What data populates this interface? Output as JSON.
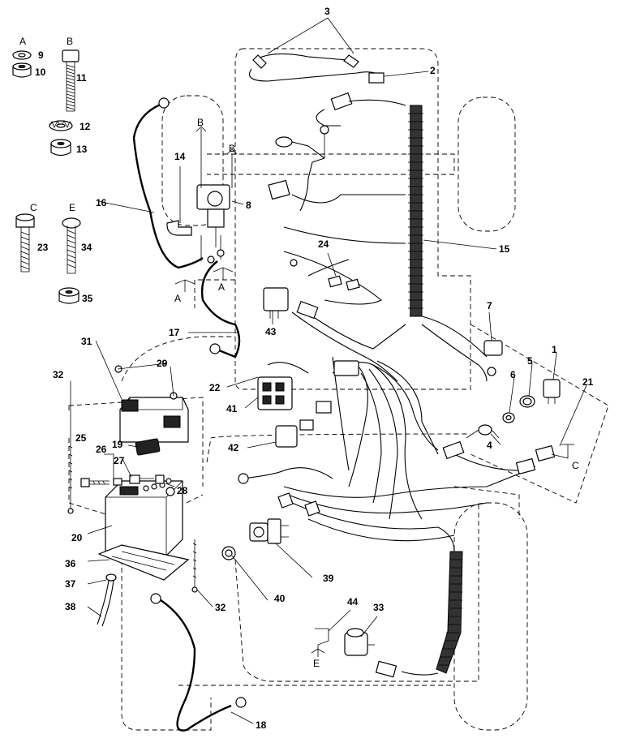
{
  "callouts": {
    "c1": "1",
    "c2": "2",
    "c3": "3",
    "c4": "4",
    "c5": "5",
    "c6": "6",
    "c7": "7",
    "c8": "8",
    "c9": "9",
    "c10": "10",
    "c11": "11",
    "c12": "12",
    "c13": "13",
    "c14": "14",
    "c15": "15",
    "c16": "16",
    "c17": "17",
    "c18": "18",
    "c19": "19",
    "c20": "20",
    "c21": "21",
    "c22": "22",
    "c23": "23",
    "c24": "24",
    "c25": "25",
    "c26": "26",
    "c27": "27",
    "c28": "28",
    "c29": "29",
    "c31": "31",
    "c32": "32",
    "c33": "33",
    "c34": "34",
    "c35": "35",
    "c36": "36",
    "c37": "37",
    "c38": "38",
    "c39": "39",
    "c40": "40",
    "c41": "41",
    "c42": "42",
    "c43": "43",
    "c44": "44"
  },
  "letters": {
    "a": "A",
    "b": "B",
    "c": "C",
    "e": "E"
  }
}
